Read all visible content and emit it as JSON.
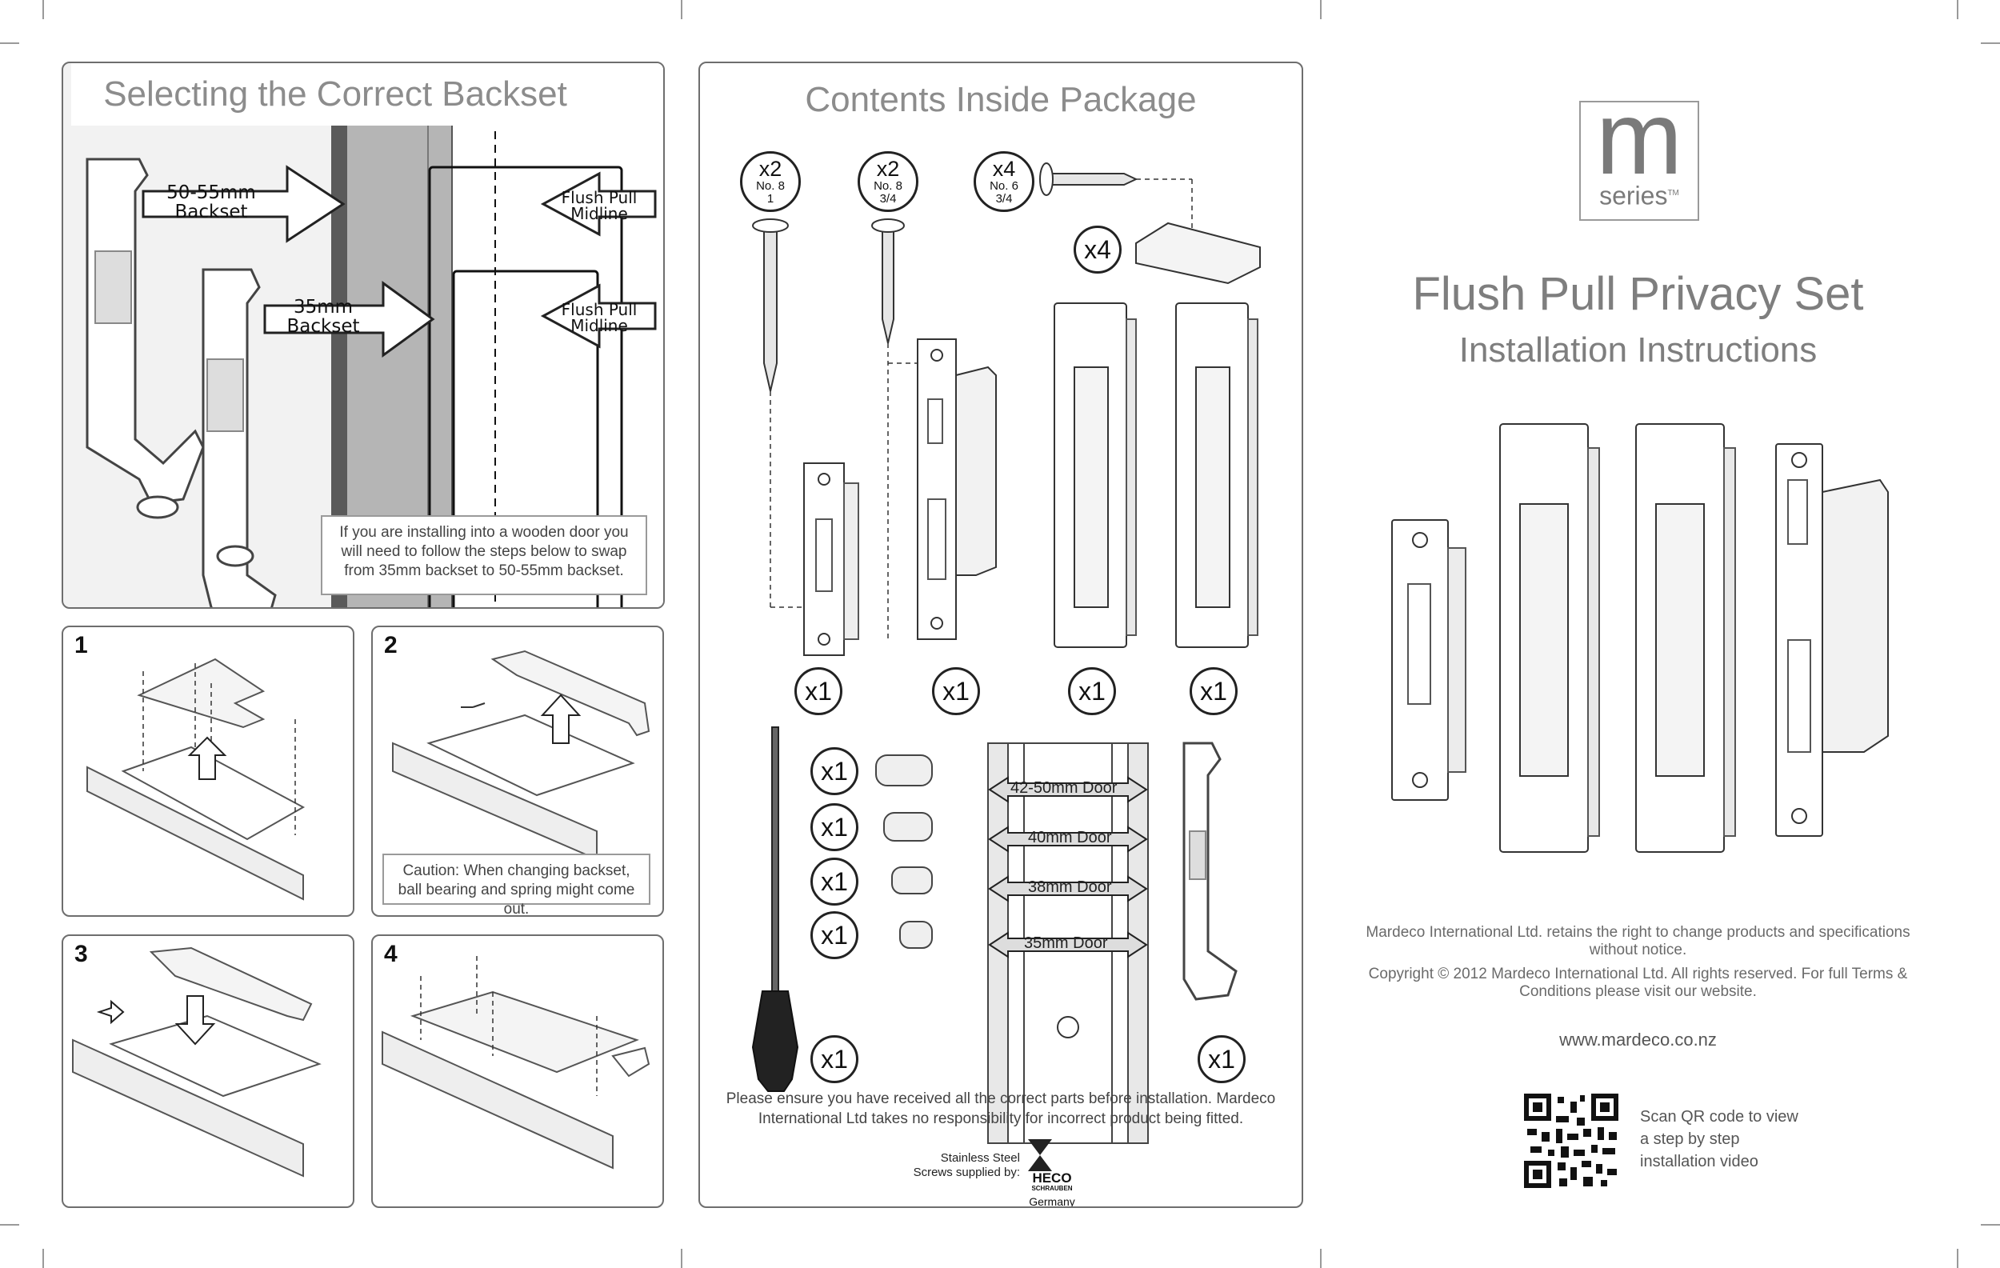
{
  "backset": {
    "title": "Selecting the Correct Backset",
    "label_large": "50-55mm Backset",
    "label_small": "35mm Backset",
    "midline": "Flush Pull Midline",
    "note": "If you are installing into a wooden door you will need to follow the steps below to swap from 35mm backset to 50-55mm backset."
  },
  "steps": {
    "n1": "1",
    "n2": "2",
    "n3": "3",
    "n4": "4",
    "caution": "Caution: When changing backset, ball bearing and spring might come out."
  },
  "contents": {
    "title": "Contents Inside Package",
    "screws": [
      {
        "count": "x2",
        "spec": "No. 8",
        "len": "1"
      },
      {
        "count": "x2",
        "spec": "No. 8",
        "len": "3/4"
      },
      {
        "count": "x4",
        "spec": "No. 6",
        "len": "3/4"
      }
    ],
    "qty_x4": "x4",
    "qty_x1": "x1",
    "doors": [
      "42-50mm Door",
      "40mm Door",
      "38mm Door",
      "35mm Door"
    ],
    "disclaimer": "Please ensure you have received all the correct parts before installation. Mardeco International Ltd takes no responsibility for incorrect product being fitted.",
    "supplier_text": "Stainless Steel Screws supplied by:",
    "heco_name": "HECO",
    "heco_sub": "SCHRAUBEN",
    "heco_country": "Germany"
  },
  "brand": {
    "logo_letter": "m",
    "logo_word": "series",
    "logo_tm": "TM",
    "product_title": "Flush Pull Privacy Set",
    "subtitle": "Installation Instructions",
    "rights": "Mardeco International Ltd. retains the right to change products and specifications without notice.",
    "copyright": "Copyright © 2012 Mardeco International Ltd. All rights reserved. For full Terms & Conditions please visit our website.",
    "url": "www.mardeco.co.nz",
    "qr_text": "Scan QR code to view a step by step installation video"
  }
}
